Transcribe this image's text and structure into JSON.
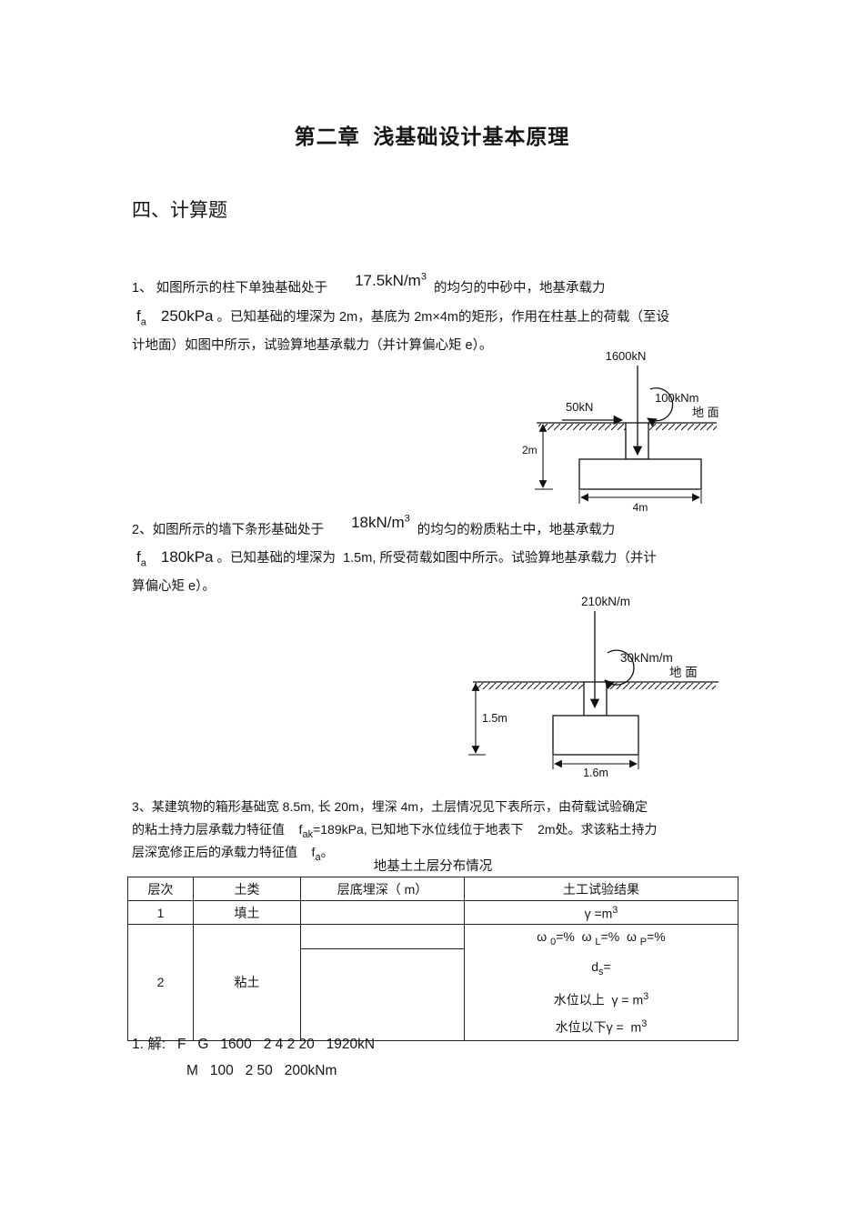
{
  "doc": {
    "title": "第二章  浅基础设计基本原理",
    "section_heading": "四、计算题"
  },
  "problem1": {
    "line1_pre": "1、 如图所示的柱下单独基础处于",
    "line1_value": "17.5kN/m",
    "line1_value_sup": "3",
    "line1_post": "的均匀的中砂中，地基承载力",
    "line2_f": "f",
    "line2_f_sub": "a",
    "line2_value": "250kPa",
    "line2_post": "。已知基础的埋深为 2m，基底为 2m×4m的矩形，作用在柱基上的荷载（至设",
    "line3": "计地面）如图中所示，试验算地基承载力（并计算偏心矩     e）。"
  },
  "figure1": {
    "vertical_load": "1600kN",
    "moment": "100kNm",
    "horizontal_load": "50kN",
    "ground_label": "地 面",
    "depth_dim": "2m",
    "width_dim": "4m"
  },
  "problem2": {
    "line1_pre": "2、如图所示的墙下条形基础处于",
    "line1_value": "18kN/m",
    "line1_value_sup": "3",
    "line1_post": "的均匀的粉质粘土中，地基承载力",
    "line2_f": "f",
    "line2_f_sub": "a",
    "line2_value": "180kPa",
    "line2_post": "。已知基础的埋深为  1.5m, 所受荷载如图中所示。试验算地基承载力（并计",
    "line3": "算偏心矩 e）。"
  },
  "figure2": {
    "vertical_load": "210kN/m",
    "moment": "30kNm/m",
    "ground_label": "地 面",
    "depth_dim": "1.5m",
    "width_dim": "1.6m"
  },
  "problem3": {
    "line1": "3、某建筑物的箱形基础宽  8.5m, 长 20m，埋深 4m，土层情况见下表所示，由荷载试验确定",
    "line2_pre": "的粘土持力层承载力特征值    f",
    "line2_f_sub": "ak",
    "line2_post": "=189kPa, 已知地下水位线位于地表下    2m处。求该粘土持力",
    "line3_pre": "层深宽修正后的承载力特征值    f",
    "line3_f_sub": "a",
    "line3_post": "。"
  },
  "table": {
    "caption": "地基土土层分布情况",
    "headers": {
      "col1": "层次",
      "col2": "土类",
      "col3": "层底埋深（ m）",
      "col4": "土工试验结果"
    },
    "row1": {
      "no": "1",
      "soil": "填土",
      "gamma": "γ =m",
      "gamma_sup": "3"
    },
    "row2": {
      "no": "2",
      "soil": "粘土",
      "omega1": "ω ",
      "omega1_sub": "0",
      "omega1_eq": "=%  ",
      "omega2": "ω ",
      "omega2_sub": "L",
      "omega2_eq": "=%  ",
      "omega3": "ω ",
      "omega3_sub": "P",
      "omega3_eq": "=%",
      "ds": "d",
      "ds_sub": "s",
      "ds_eq": "=",
      "above_water": "水位以上  γ = m",
      "above_water_sup": "3",
      "below_water": "水位以下γ =  m",
      "below_water_sup": "3"
    }
  },
  "answer": {
    "line1": "1. 解:   F   G   1600   2 4 2 20   1920kN",
    "line2": "M   100   2 50   200kNm"
  }
}
